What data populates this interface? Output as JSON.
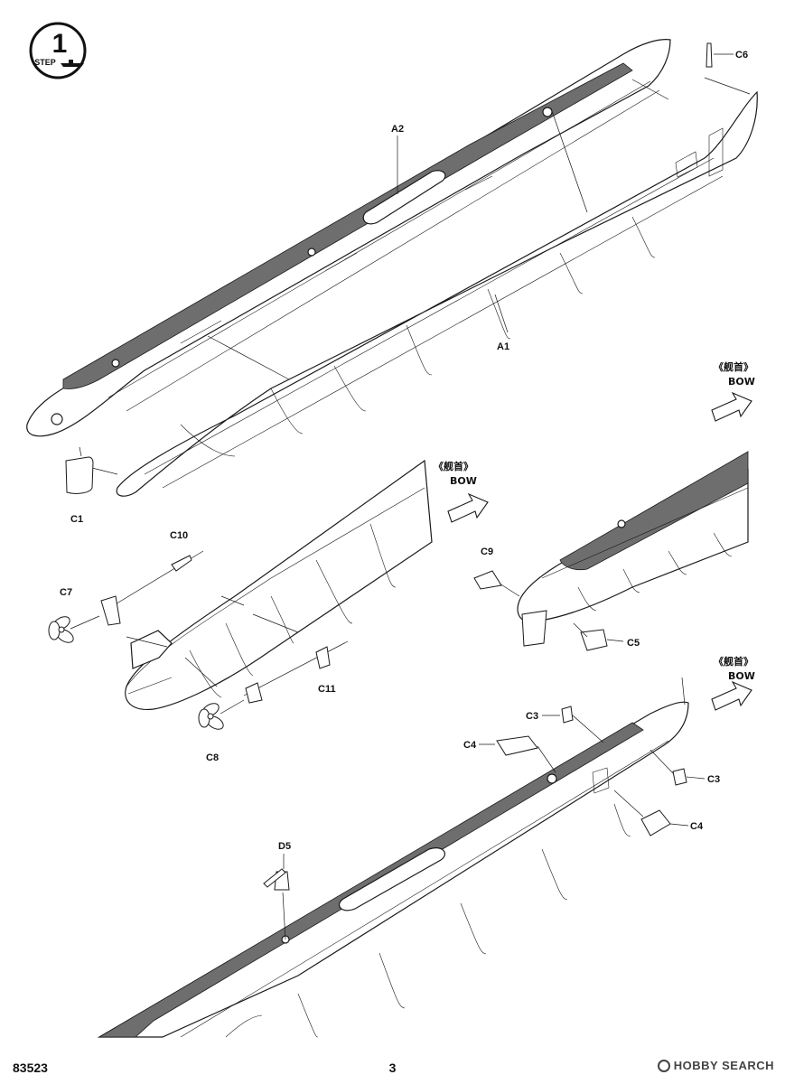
{
  "step": {
    "number": "1",
    "label": "STEP"
  },
  "parts": {
    "a1": "A1",
    "a2": "A2",
    "c1": "C1",
    "c3a": "C3",
    "c3b": "C3",
    "c4a": "C4",
    "c4b": "C4",
    "c5": "C5",
    "c6": "C6",
    "c7": "C7",
    "c8": "C8",
    "c9": "C9",
    "c10": "C10",
    "c11": "C11",
    "d5": "D5"
  },
  "bow_indicators": [
    {
      "cn": "《舰首》",
      "en": "BOW"
    },
    {
      "cn": "《舰首》",
      "en": "BOW"
    },
    {
      "cn": "《舰首》",
      "en": "BOW"
    }
  ],
  "footer": {
    "kit_number": "83523",
    "page_number": "3",
    "watermark": "HOBBY SEARCH"
  },
  "colors": {
    "deck": "#6e6e6e",
    "line": "#1a1a1a",
    "background": "#ffffff"
  }
}
